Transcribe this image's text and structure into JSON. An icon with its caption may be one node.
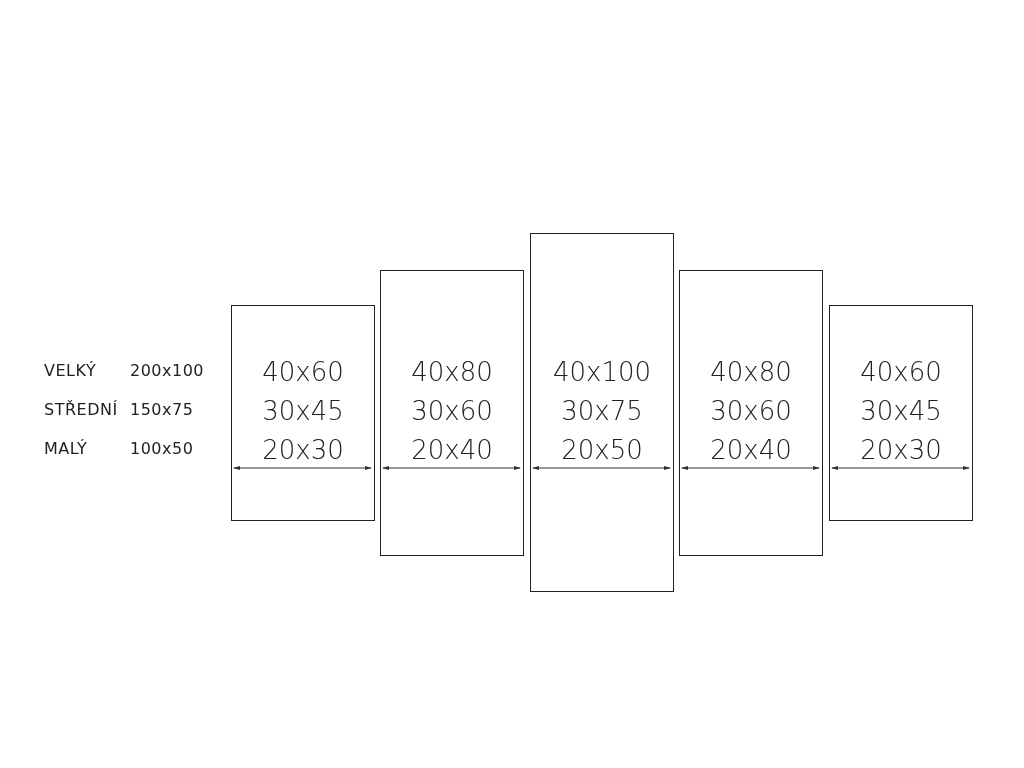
{
  "diagram": {
    "nodes": [
      {
        "text": [
          "40x60",
          "30x45",
          "20x30"
        ]
      },
      {
        "text": [
          "40x80",
          "30x60",
          "20x40"
        ]
      },
      {
        "text": [
          "40x100",
          "30x75",
          "20x50"
        ]
      },
      {
        "text": [
          "40x80",
          "30x60",
          "20x40"
        ]
      },
      {
        "text": [
          "40x60",
          "30x45",
          "20x30"
        ]
      }
    ],
    "labels": [
      "VELKÝ",
      "200x100",
      "STŘEDNÍ",
      "150x75",
      "MALÝ",
      "100x50"
    ]
  }
}
